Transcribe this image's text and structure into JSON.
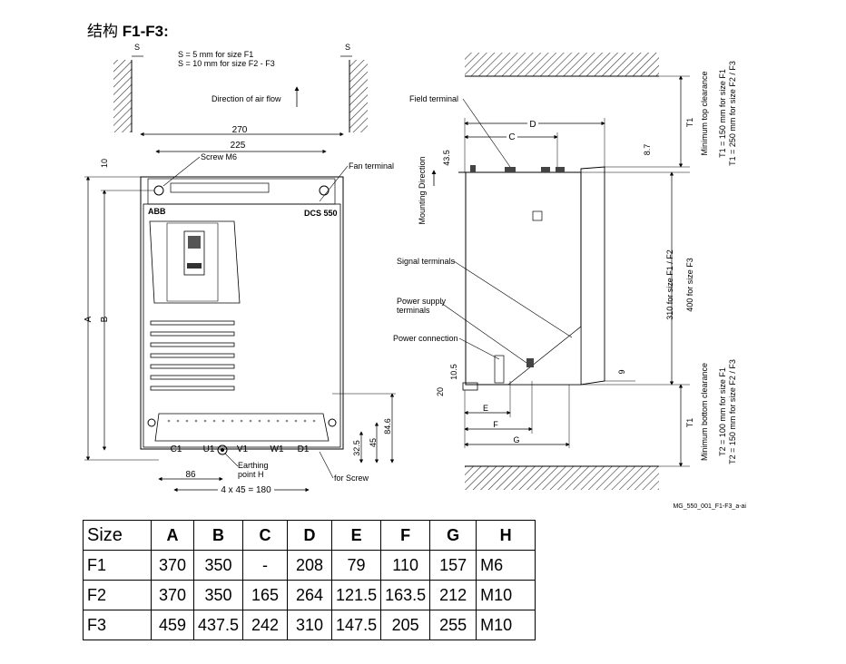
{
  "title": {
    "cjk": "结构",
    "sizes": "F1-F3:"
  },
  "front_view": {
    "s_note_1": "S = 5 mm for size F1",
    "s_note_2": "S = 10 mm for size F2 - F3",
    "s_label": "S",
    "airflow": "Direction of air flow",
    "dim_270": "270",
    "dim_225": "225",
    "dim_10": "10",
    "screw_m6": "Screw M6",
    "fan_terminal": "Fan terminal",
    "brand": "ABB",
    "model": "DCS 550",
    "dim_a": "A",
    "dim_b": "B",
    "terminals": [
      "C1",
      "U1",
      "V1",
      "W1",
      "D1"
    ],
    "earthing": "Earthing",
    "earthing_2": "point H",
    "for_screw": "for Screw",
    "dim_86": "86",
    "dim_180": "4 x 45 = 180",
    "dim_846": "84.6",
    "dim_45": "45",
    "dim_325": "32.5"
  },
  "side_view": {
    "field_terminal": "Field terminal",
    "signal_terminals": "Signal terminals",
    "power_supply_1": "Power supply",
    "power_supply_2": "terminals",
    "power_connection": "Power connection",
    "mounting": "Mounting Direction",
    "dim_d": "D",
    "dim_c": "C",
    "dim_e": "E",
    "dim_f": "F",
    "dim_g": "G",
    "dim_435": "43.5",
    "dim_87": "8.7",
    "dim_105": "10.5",
    "dim_20": "20",
    "dim_9": "9",
    "dim_t1": "T1",
    "dim_310": "310 for size F1 / F2",
    "dim_400": "400 for size F3",
    "top_clear": "Minimum top clearance",
    "top_f1": "T1 = 150 mm for size F1",
    "top_f2": "T1 = 250 mm for size F2 / F3",
    "bottom_clear": "Minimum bottom clearance",
    "bottom_f1": "T2 = 100 mm for size F1",
    "bottom_f2": "T2 = 150 mm for size F2 / F3",
    "drawing_id": "MG_550_001_F1-F3_a-ai"
  },
  "table": {
    "headers": [
      "Size",
      "A",
      "B",
      "C",
      "D",
      "E",
      "F",
      "G",
      "H"
    ],
    "rows": [
      [
        "F1",
        "370",
        "350",
        "-",
        "208",
        "79",
        "110",
        "157",
        "M6"
      ],
      [
        "F2",
        "370",
        "350",
        "165",
        "264",
        "121.5",
        "163.5",
        "212",
        "M10"
      ],
      [
        "F3",
        "459",
        "437.5",
        "242",
        "310",
        "147.5",
        "205",
        "255",
        "M10"
      ]
    ]
  }
}
